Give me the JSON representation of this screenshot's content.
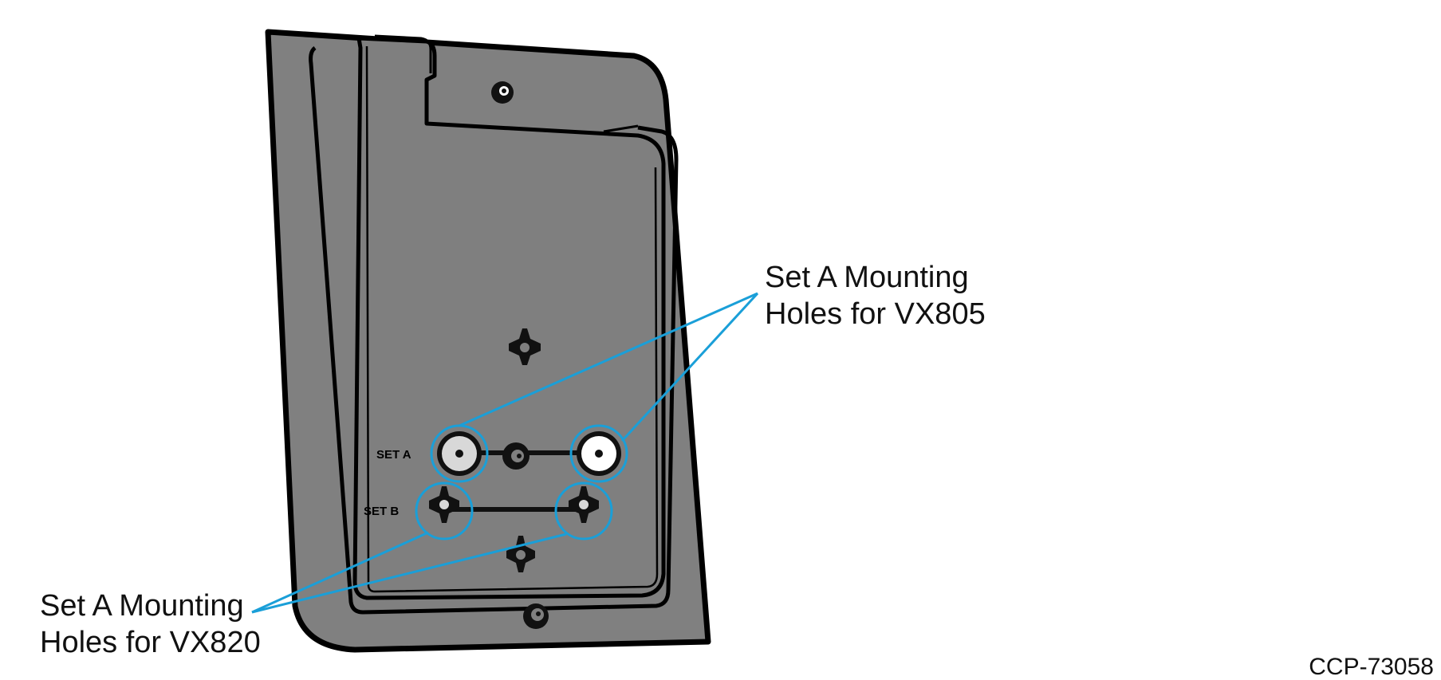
{
  "callouts": {
    "set_a_top": {
      "line1": "Set A Mounting",
      "line2": "Holes for VX805"
    },
    "set_a_bottom": {
      "line1": "Set A Mounting",
      "line2": "Holes for VX820"
    }
  },
  "plate_labels": {
    "set_a": "SET  A",
    "set_b": "SET  B"
  },
  "figure_id": "CCP-73058",
  "colors": {
    "plate_fill": "#808080",
    "outline": "#000000",
    "callout": "#1a9fd8",
    "hole_light": "#d8d8d8",
    "hole_white": "#ffffff"
  }
}
